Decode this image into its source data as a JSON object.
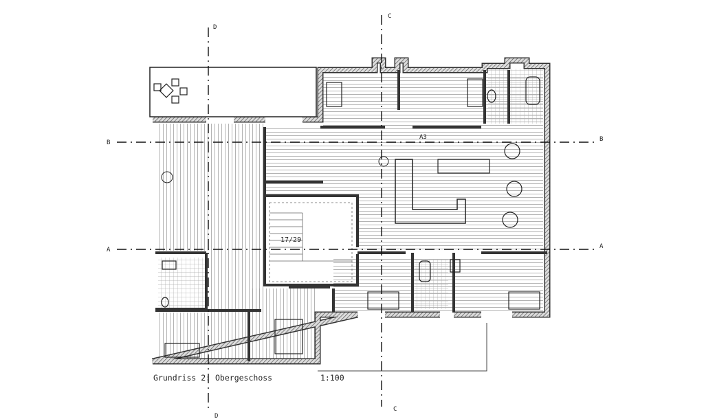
{
  "drawing": {
    "title": "Grundriss 2: Obergeschoss",
    "scale": "1:100",
    "stair_label": "17/29",
    "sections": {
      "d_top": "D",
      "d_bottom": "D",
      "c_top": "C",
      "c_bottom": "C",
      "b_left": "B",
      "b_right": "B",
      "b_mid": "A3",
      "a_left": "A",
      "a_right": "A"
    },
    "colors": {
      "ink": "#1a1a1a",
      "wall_hatch": "#777777",
      "floor_lines": "#9a9a9a"
    }
  }
}
